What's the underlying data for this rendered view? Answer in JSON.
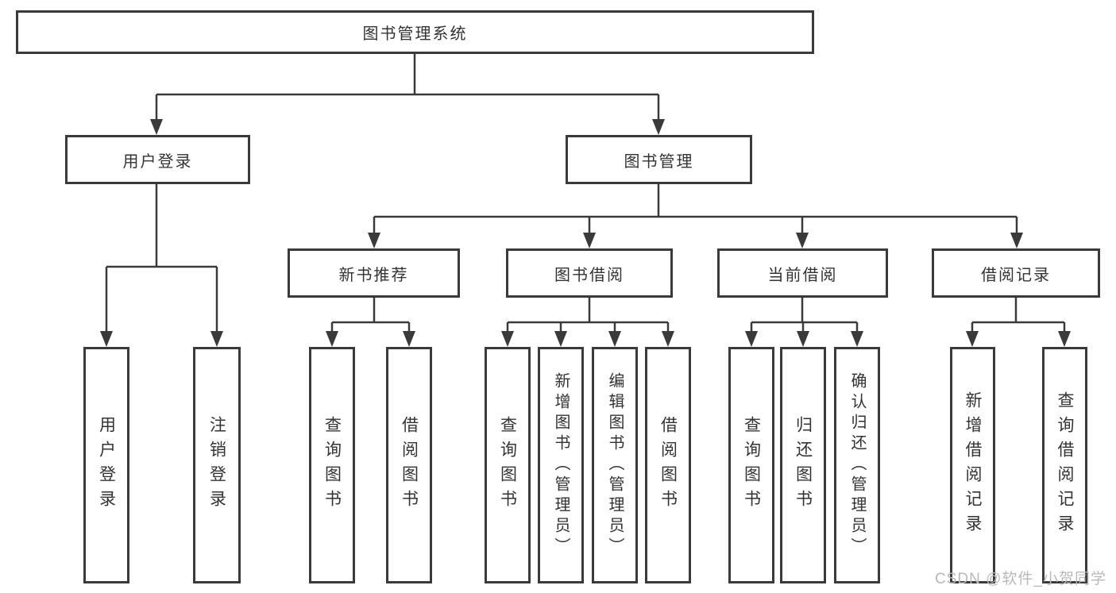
{
  "colors": {
    "line": "#3a3a3a",
    "text": "#333333",
    "background": "#ffffff",
    "watermark": "#b9b9b9"
  },
  "watermark": {
    "text": "CSDN @软件_小贺同学"
  },
  "diagram": {
    "root": {
      "label": "图书管理系统"
    },
    "branches": [
      {
        "label": "用户登录",
        "children": [
          "用户登录",
          "注销登录"
        ]
      },
      {
        "label": "图书管理",
        "children": [
          {
            "label": "新书推荐",
            "children": [
              "查询图书",
              "借阅图书"
            ]
          },
          {
            "label": "图书借阅",
            "children": [
              "查询图书",
              "新增图书（管理员）",
              "编辑图书（管理员）",
              "借阅图书"
            ]
          },
          {
            "label": "当前借阅",
            "children": [
              "查询图书",
              "归还图书",
              "确认归还（管理员）"
            ]
          },
          {
            "label": "借阅记录",
            "children": [
              "新增借阅记录",
              "查询借阅记录"
            ]
          }
        ]
      }
    ]
  }
}
